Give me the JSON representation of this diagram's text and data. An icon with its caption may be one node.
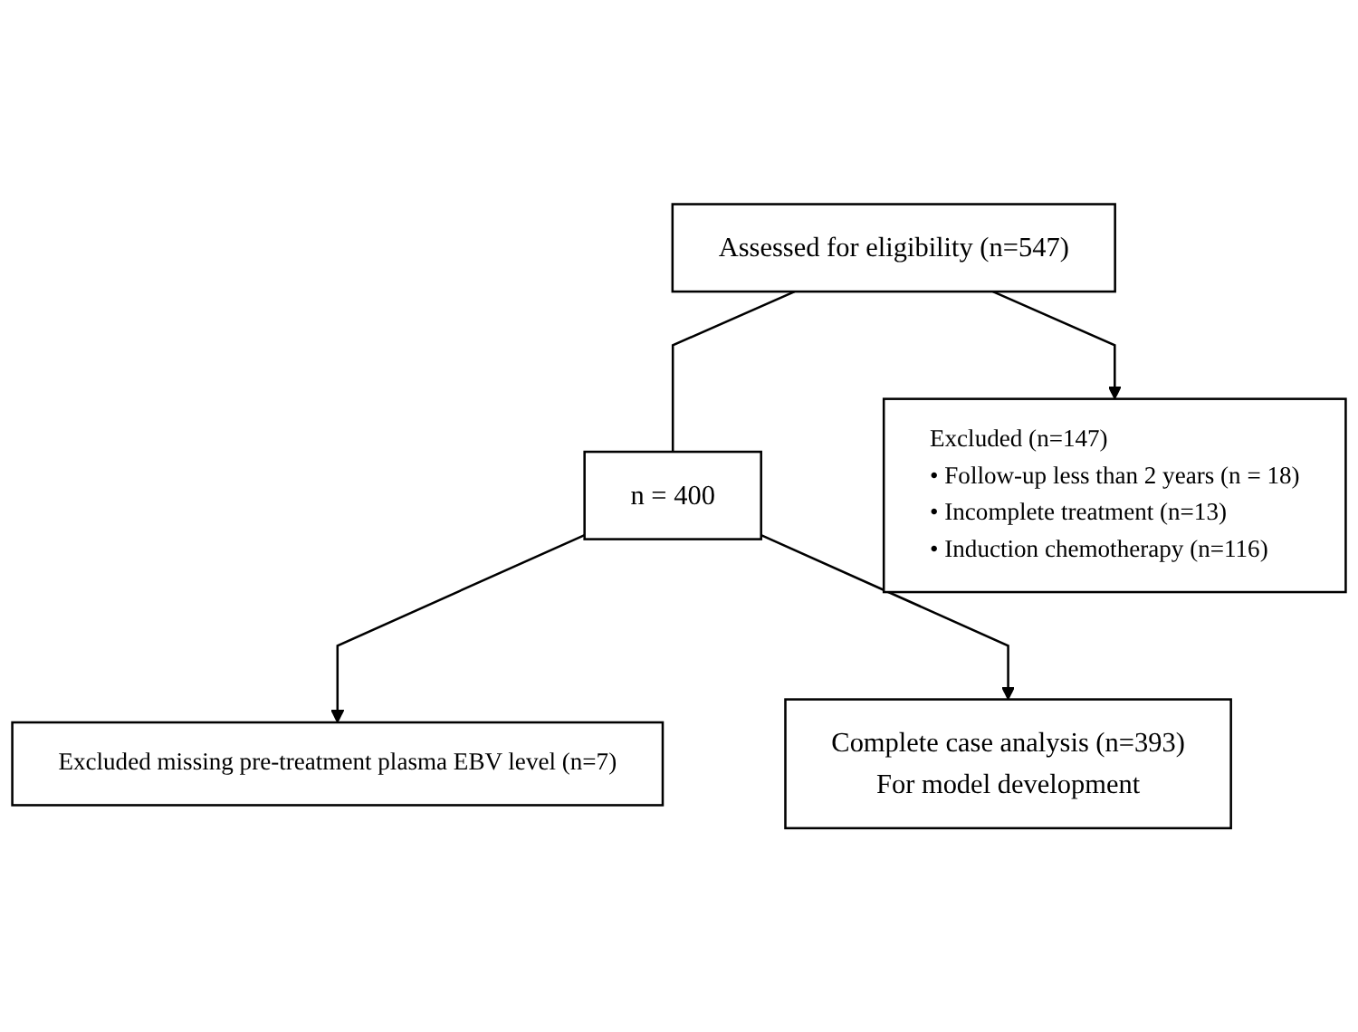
{
  "diagram": {
    "nodes": [
      {
        "text": [
          "Assessed for eligibility (n=547)"
        ]
      },
      {
        "text": [
          "Excluded (n=147)",
          "• Follow-up less than 2 years (n = 18)",
          "• Incomplete treatment (n=13)",
          "• Induction chemotherapy (n=116)"
        ]
      },
      {
        "text": [
          "n = 400"
        ]
      },
      {
        "text": [
          "Excluded missing pre-treatment plasma EBV level (n=7)"
        ]
      },
      {
        "text": [
          "Complete case analysis (n=393)",
          "For model development"
        ]
      }
    ],
    "edges": [
      {
        "from": 0,
        "to": 2,
        "arrow": "none"
      },
      {
        "from": 0,
        "to": 1,
        "arrow": "to"
      },
      {
        "from": 2,
        "to": 3,
        "arrow": "to"
      },
      {
        "from": 2,
        "to": 4,
        "arrow": "to"
      }
    ]
  }
}
